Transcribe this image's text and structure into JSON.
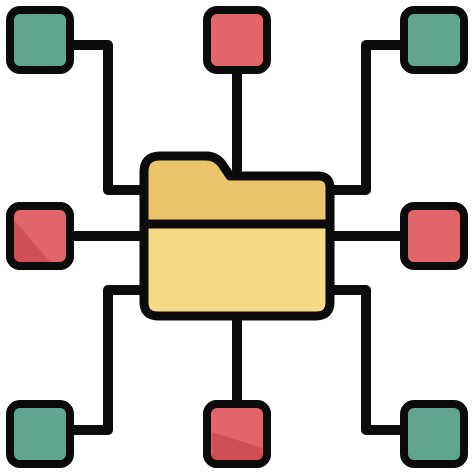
{
  "icon": {
    "name": "folder-network-icon",
    "colors": {
      "outline": "#0b0b0b",
      "node_green": "#5fa58f",
      "node_green_shade": "#4e917c",
      "node_red": "#e2656a",
      "node_red_shade": "#cf4f55",
      "folder_body": "#f6d985",
      "folder_tab": "#e9c46a",
      "background": "#ffffff"
    },
    "nodes": [
      {
        "id": "top-left",
        "color": "green"
      },
      {
        "id": "top-center",
        "color": "red"
      },
      {
        "id": "top-right",
        "color": "green"
      },
      {
        "id": "middle-left",
        "color": "red"
      },
      {
        "id": "middle-right",
        "color": "red"
      },
      {
        "id": "bottom-left",
        "color": "green"
      },
      {
        "id": "bottom-center",
        "color": "red"
      },
      {
        "id": "bottom-right",
        "color": "green"
      }
    ]
  }
}
